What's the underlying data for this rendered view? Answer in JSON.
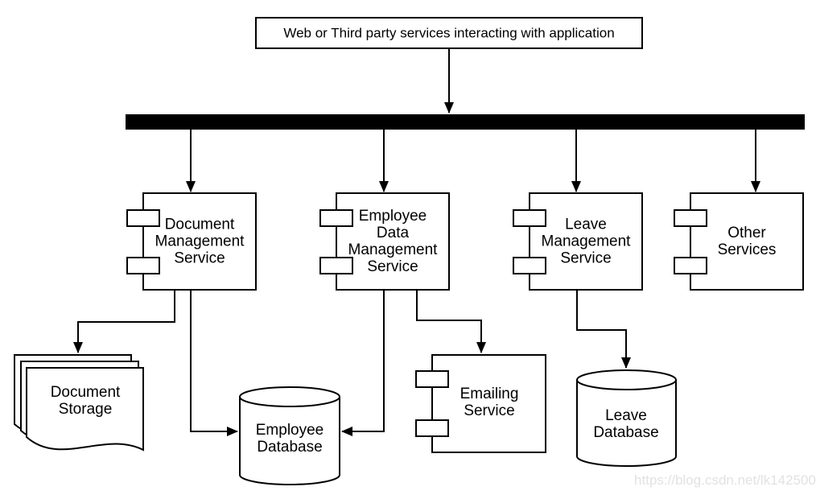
{
  "diagram": {
    "title": "Web or Third party services interacting with application",
    "components": {
      "document_management": "Document\nManagement\nService",
      "employee_data_management": "Employee\nData\nManagement\nService",
      "leave_management": "Leave\nManagement\nService",
      "other_services": "Other\nServices",
      "emailing": "Emailing\nService"
    },
    "storages": {
      "document_storage": "Document\nStorage",
      "employee_database": "Employee\nDatabase",
      "leave_database": "Leave\nDatabase"
    },
    "watermark": "https://blog.csdn.net/lk142500",
    "colors": {
      "stroke": "#000000",
      "shape_fill": "#ffffff",
      "bus": "#000000",
      "background": "#ffffff",
      "watermark": "#e2e2e2"
    }
  }
}
